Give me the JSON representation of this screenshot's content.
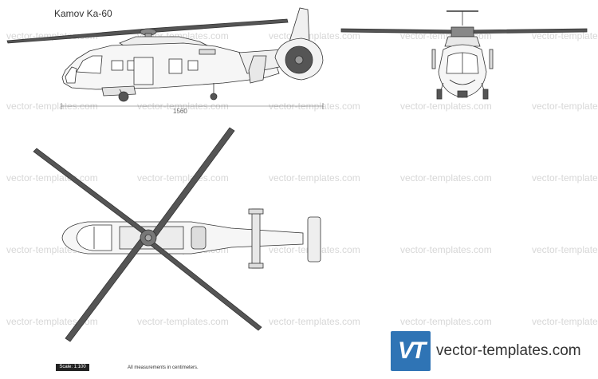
{
  "title": "Kamov Ka-60",
  "dimension_label": "1560",
  "scale_label": "Scale: 1:100",
  "measurement_note": "All measurements in centimeters.",
  "watermark": "vector-templates.com",
  "logo": {
    "mark": "VT",
    "text": "vector-templates.com",
    "color": "#2f74b5"
  }
}
